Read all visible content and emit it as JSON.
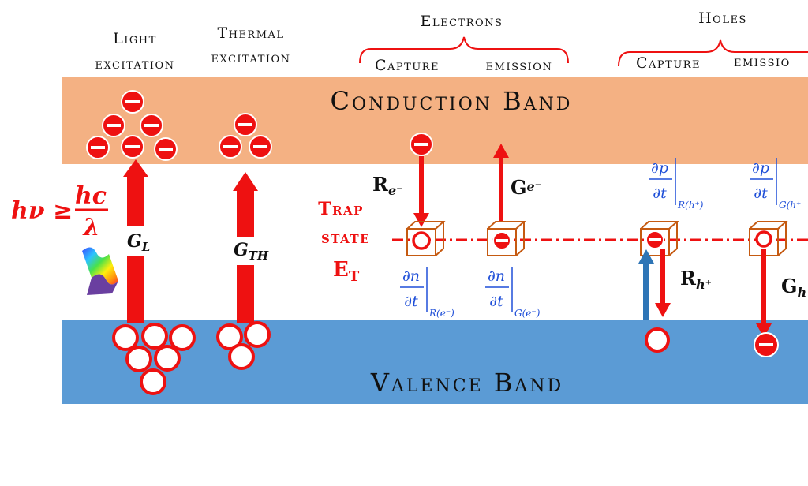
{
  "bands": {
    "conduction": "Conduction Band",
    "valence": "Valence Band"
  },
  "headers": {
    "light": [
      "Light",
      "excitation"
    ],
    "thermal": [
      "Thermal",
      "excitation"
    ],
    "electrons": "Electrons",
    "holes": "Holes",
    "electrons_capture": "Capture",
    "electrons_emission": "emission",
    "holes_capture": "Capture",
    "holes_emission": "emissio"
  },
  "trap": {
    "line1": "Trap",
    "line2": "state",
    "level_main": "E",
    "level_sub": "T"
  },
  "photon": {
    "lhs": "hν ≥",
    "numerator": "hc",
    "denominator": "λ"
  },
  "rates": {
    "gl_main": "G",
    "gl_sub": "L",
    "gth_main": "G",
    "gth_sub": "TH",
    "re_main": "R",
    "re_sub": "e⁻",
    "ge_main": "G",
    "ge_sub": "e⁻",
    "rh_main": "R",
    "rh_sub": "h⁺",
    "gh_main": "G",
    "gh_sub": "h"
  },
  "derivatives": {
    "dn": "∂n",
    "dp": "∂p",
    "dt": "∂t",
    "dn_re_sub": "R(e⁻)",
    "dn_ge_sub": "G(e⁻)",
    "dp_rh_sub": "R(h⁺)",
    "dp_gh_sub": "G(h⁺"
  },
  "colors": {
    "conduction": "#f4b183",
    "valence": "#5b9bd5",
    "red": "#ee1111",
    "blue_text": "#1f4fd8",
    "blue_arrow": "#2e75b6",
    "trap_box": "#c55a11"
  },
  "icons": {
    "electron": "electron-icon",
    "hole": "hole-icon",
    "trap": "trap-cube-icon",
    "light": "light-wave-icon"
  }
}
